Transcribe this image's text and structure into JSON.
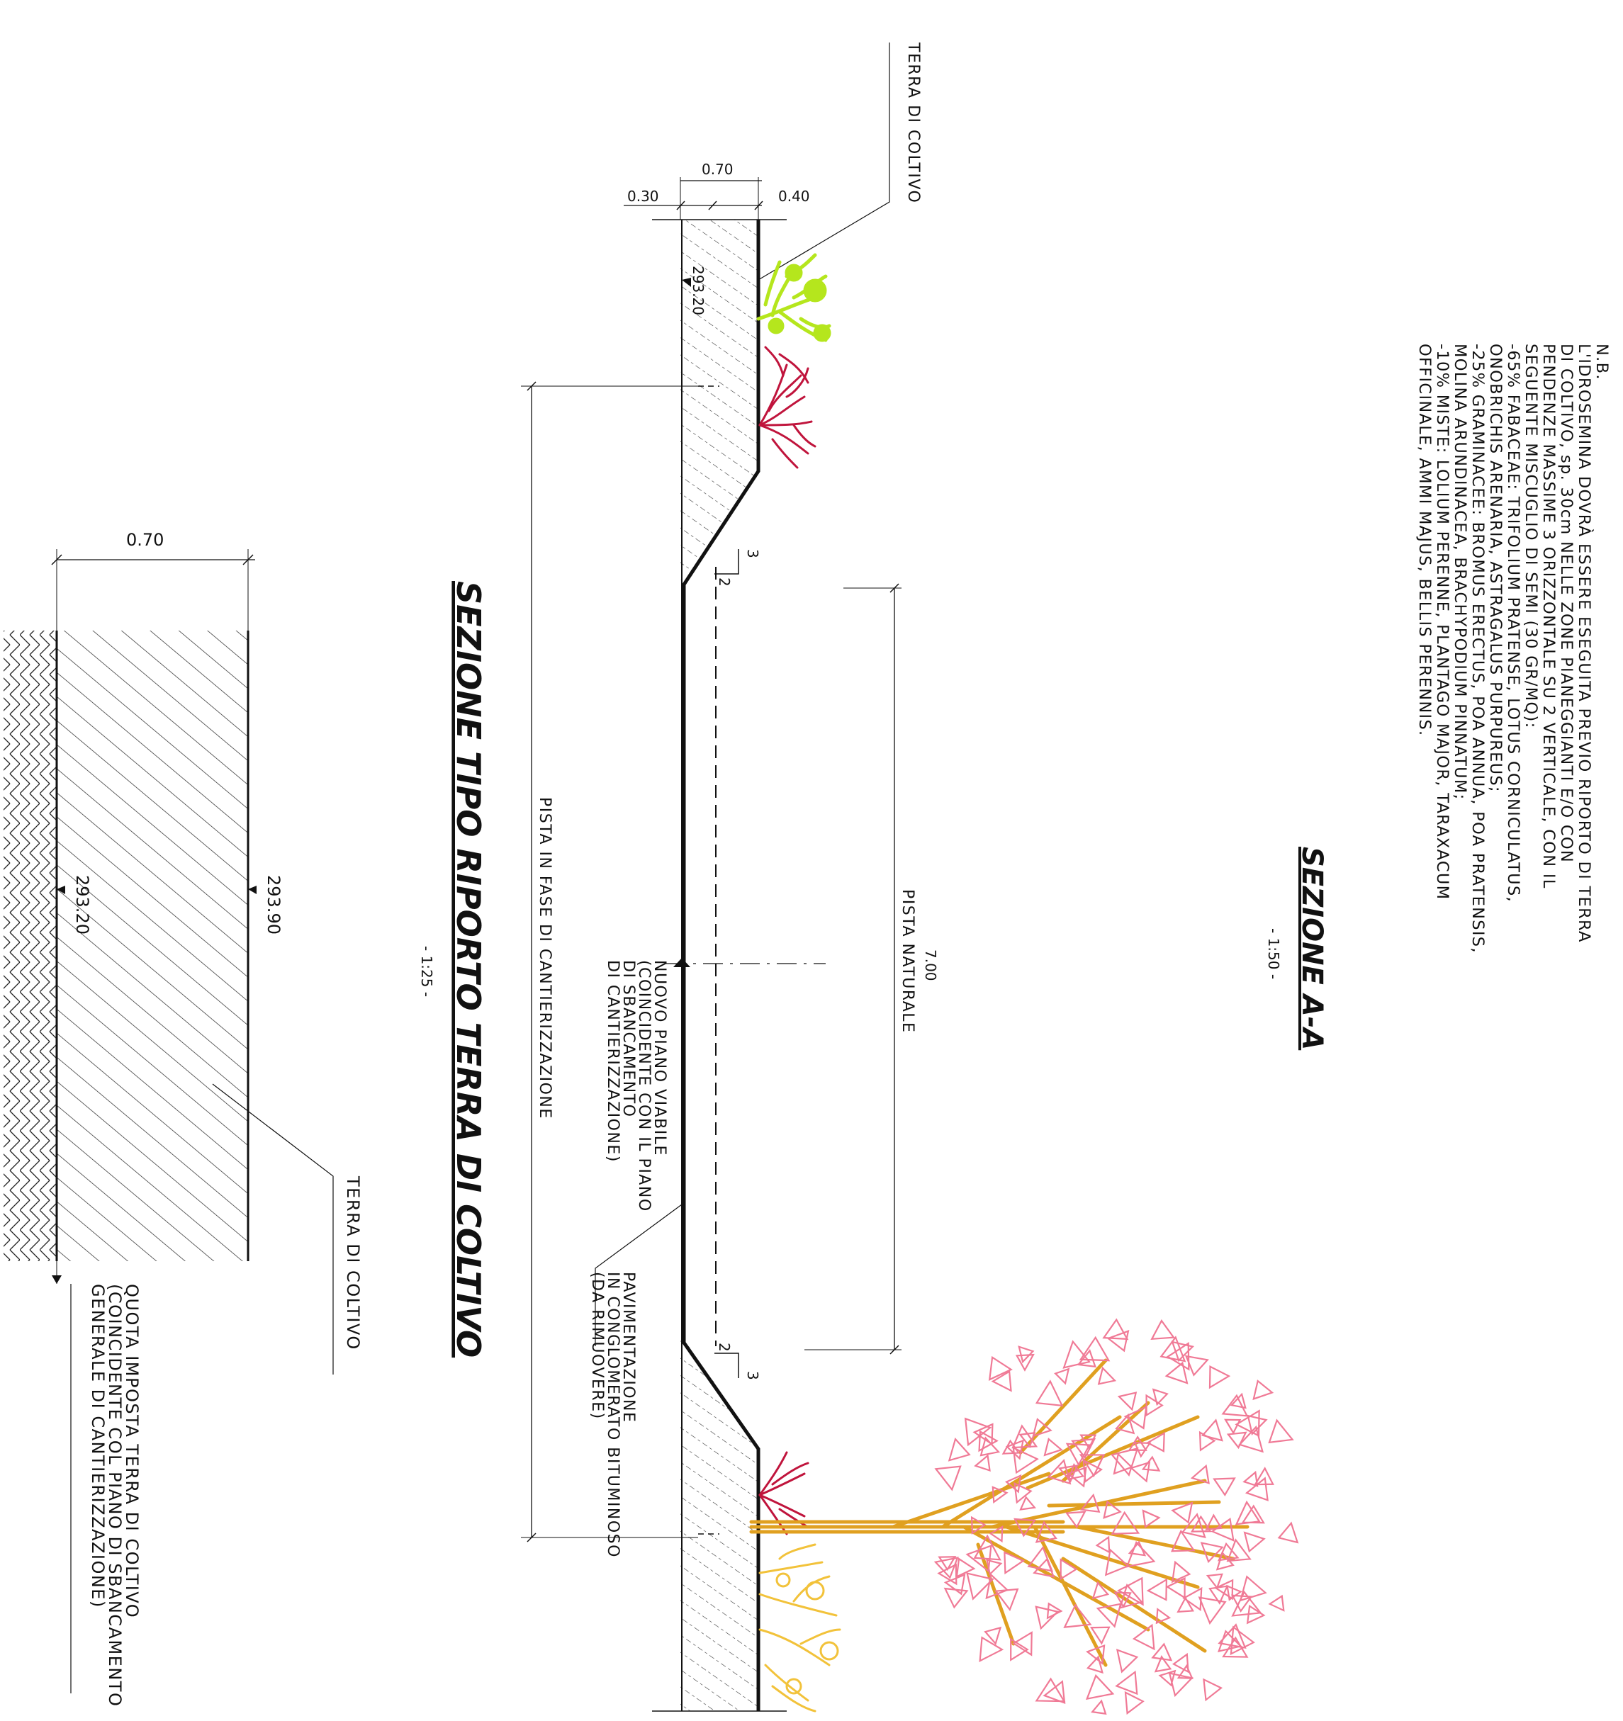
{
  "sezione_aa": {
    "title": "SEZIONE A-A",
    "scale": "- 1:50 -",
    "labels": {
      "terra_coltivo": "TERRA DI COLTIVO",
      "pista_cantiere": "PISTA IN FASE DI CANTIERIZZAZIONE",
      "pista_naturale": "PISTA NATURALE",
      "pista_width": "7.00",
      "nuovo_piano": [
        "NUOVO PIANO VIABILE",
        "(COINCIDENTE CON IL PIANO",
        "DI SBANCAMENTO",
        "DI CANTIERIZZAZIONE)"
      ],
      "pavimentazione": [
        "PAVIMENTAZIONE",
        "IN CONGLOMERATO BITUMINOSO",
        "(DA RIMUOVERE)"
      ]
    },
    "dims": {
      "total": "0.70",
      "left": "0.30",
      "right": "0.40",
      "level": "293.20",
      "slope_v": "3",
      "slope_h": "2"
    }
  },
  "sezione_tipo": {
    "title": "SEZIONE TIPO RIPORTO TERRA DI COLTIVO",
    "scale": "- 1:25 -",
    "dims": {
      "width": "0.70",
      "level_top": "293.90",
      "level_base": "293.20"
    },
    "labels": {
      "terra_coltivo": "TERRA DI COLTIVO",
      "quota": [
        "QUOTA IMPOSTA TERRA DI COLTIVO",
        "(COINCIDENTE COL PIANO DI SBANCAMENTO",
        "GENERALE DI CANTIERIZZAZIONE)"
      ]
    }
  },
  "note": {
    "lines": [
      "N.B.",
      "L'IDROSEMINA DOVRÀ ESSERE ESEGUITA PREVIO RIPORTO DI TERRA",
      "DI COLTIVO, sp. 30cm NELLE ZONE PIANEGGIANTI E/O CON",
      "PENDENZE MASSIME 3 ORIZZONTALE SU 2 VERTICALE, CON IL",
      "SEGUENTE MISCUGLIO DI SEMI (30 GR/MQ):",
      "-65% FABACEAE: TRIFOLIUM PRATENSE, LOTUS CORNICULATUS,",
      "ONOBRICHIS ARENARIA, ASTRAGALUS PURPUREUS;",
      "-25% GRAMINACEE: BROMUS ERECTUS, POA ANNUA, POA PRATENSIS,",
      "MOLINA ARUNDINACEA, BRACHYPODIUM PINNATUM;",
      "-10% MISTE: LOLIUM PERENNE, PLANTAGO MAJOR, TARAXACUM",
      "OFFICINALE, AMMI MAJUS, BELLIS PERENNIS."
    ]
  },
  "colors": {
    "line": "#111111",
    "grass": "#b5e61d",
    "shrub": "#c0143c",
    "tree_trunk": "#e0a020",
    "foliage": "#f07a96",
    "bush_yellow": "#f2c23a"
  }
}
